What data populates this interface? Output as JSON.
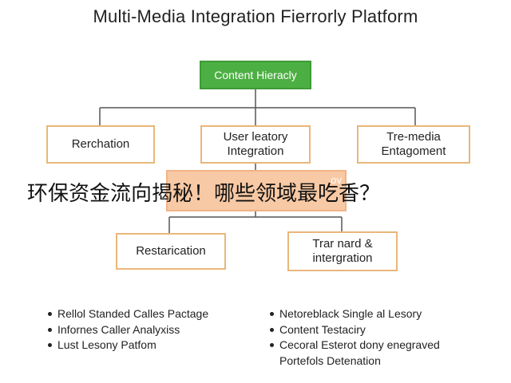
{
  "title": "Multi-Media Integration Fierrorly Platform",
  "root_node": {
    "label": "Content Hieracly"
  },
  "level1": [
    {
      "label": "Rerchation"
    },
    {
      "label": "User leatory\nIntegration"
    },
    {
      "label": "Tre-media\nEntagoment"
    }
  ],
  "middle_node": {
    "label": "ov"
  },
  "level2": [
    {
      "label": "Restarication"
    },
    {
      "label": "Trar nard &\nintergration"
    }
  ],
  "overlay_caption": "环保资金流向揭秘！哪些领域最吃香？",
  "bullets_left": [
    "Rellol Standed Calles Pactage",
    "Infornes Caller Analyxiss",
    "Lust Lesony Patfom"
  ],
  "bullets_right": [
    "Netoreblack Single al Lesory",
    "Content Testaciry",
    "Cecoral Esterot dony enegraved\nPortefols Detenation"
  ],
  "colors": {
    "root_fill": "#4caf43",
    "node_border": "#e9b77a",
    "middle_fill": "#f7c9a4",
    "connector": "#555555"
  }
}
